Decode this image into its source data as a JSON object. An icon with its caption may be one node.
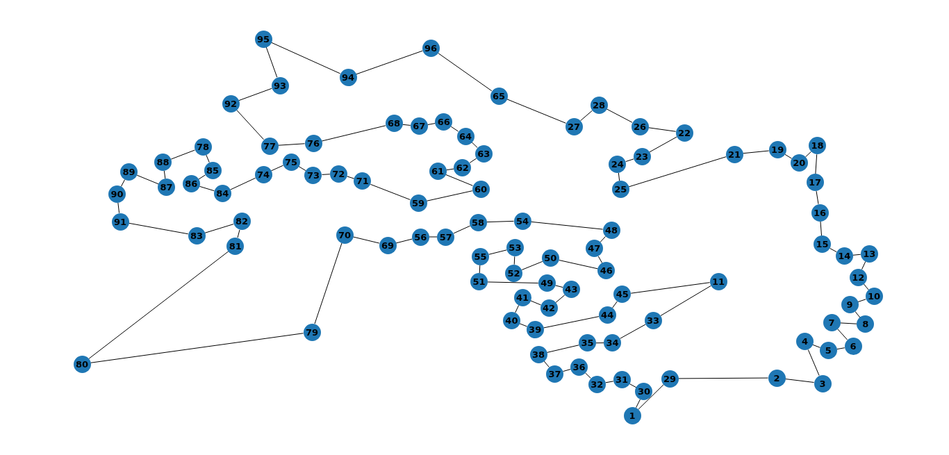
{
  "diagram": {
    "nodes": [
      {
        "text": [
          "1"
        ]
      },
      {
        "text": [
          "2"
        ]
      },
      {
        "text": [
          "3"
        ]
      },
      {
        "text": [
          "4"
        ]
      },
      {
        "text": [
          "5"
        ]
      },
      {
        "text": [
          "6"
        ]
      },
      {
        "text": [
          "7"
        ]
      },
      {
        "text": [
          "8"
        ]
      },
      {
        "text": [
          "9"
        ]
      },
      {
        "text": [
          "10"
        ]
      },
      {
        "text": [
          "11"
        ]
      },
      {
        "text": [
          "12"
        ]
      },
      {
        "text": [
          "13"
        ]
      },
      {
        "text": [
          "14"
        ]
      },
      {
        "text": [
          "15"
        ]
      },
      {
        "text": [
          "16"
        ]
      },
      {
        "text": [
          "17"
        ]
      },
      {
        "text": [
          "18"
        ]
      },
      {
        "text": [
          "19"
        ]
      },
      {
        "text": [
          "20"
        ]
      },
      {
        "text": [
          "21"
        ]
      },
      {
        "text": [
          "22"
        ]
      },
      {
        "text": [
          "23"
        ]
      },
      {
        "text": [
          "24"
        ]
      },
      {
        "text": [
          "25"
        ]
      },
      {
        "text": [
          "26"
        ]
      },
      {
        "text": [
          "27"
        ]
      },
      {
        "text": [
          "28"
        ]
      },
      {
        "text": [
          "29"
        ]
      },
      {
        "text": [
          "30"
        ]
      },
      {
        "text": [
          "31"
        ]
      },
      {
        "text": [
          "32"
        ]
      },
      {
        "text": [
          "33"
        ]
      },
      {
        "text": [
          "34"
        ]
      },
      {
        "text": [
          "35"
        ]
      },
      {
        "text": [
          "36"
        ]
      },
      {
        "text": [
          "37"
        ]
      },
      {
        "text": [
          "38"
        ]
      },
      {
        "text": [
          "39"
        ]
      },
      {
        "text": [
          "40"
        ]
      },
      {
        "text": [
          "41"
        ]
      },
      {
        "text": [
          "42"
        ]
      },
      {
        "text": [
          "43"
        ]
      },
      {
        "text": [
          "44"
        ]
      },
      {
        "text": [
          "45"
        ]
      },
      {
        "text": [
          "46"
        ]
      },
      {
        "text": [
          "47"
        ]
      },
      {
        "text": [
          "48"
        ]
      },
      {
        "text": [
          "49"
        ]
      },
      {
        "text": [
          "50"
        ]
      },
      {
        "text": [
          "51"
        ]
      },
      {
        "text": [
          "52"
        ]
      },
      {
        "text": [
          "53"
        ]
      },
      {
        "text": [
          "54"
        ]
      },
      {
        "text": [
          "55"
        ]
      },
      {
        "text": [
          "56"
        ]
      },
      {
        "text": [
          "57"
        ]
      },
      {
        "text": [
          "58"
        ]
      },
      {
        "text": [
          "59"
        ]
      },
      {
        "text": [
          "60"
        ]
      },
      {
        "text": [
          "61"
        ]
      },
      {
        "text": [
          "62"
        ]
      },
      {
        "text": [
          "63"
        ]
      },
      {
        "text": [
          "64"
        ]
      },
      {
        "text": [
          "65"
        ]
      },
      {
        "text": [
          "66"
        ]
      },
      {
        "text": [
          "67"
        ]
      },
      {
        "text": [
          "68"
        ]
      },
      {
        "text": [
          "69"
        ]
      },
      {
        "text": [
          "70"
        ]
      },
      {
        "text": [
          "71"
        ]
      },
      {
        "text": [
          "72"
        ]
      },
      {
        "text": [
          "73"
        ]
      },
      {
        "text": [
          "74"
        ]
      },
      {
        "text": [
          "75"
        ]
      },
      {
        "text": [
          "76"
        ]
      },
      {
        "text": [
          "77"
        ]
      },
      {
        "text": [
          "78"
        ]
      },
      {
        "text": [
          "79"
        ]
      },
      {
        "text": [
          "80"
        ]
      },
      {
        "text": [
          "81"
        ]
      },
      {
        "text": [
          "82"
        ]
      },
      {
        "text": [
          "83"
        ]
      },
      {
        "text": [
          "84"
        ]
      },
      {
        "text": [
          "85"
        ]
      },
      {
        "text": [
          "86"
        ]
      },
      {
        "text": [
          "87"
        ]
      },
      {
        "text": [
          "88"
        ]
      },
      {
        "text": [
          "89"
        ]
      },
      {
        "text": [
          "90"
        ]
      },
      {
        "text": [
          "91"
        ]
      },
      {
        "text": [
          "92"
        ]
      },
      {
        "text": [
          "93"
        ]
      },
      {
        "text": [
          "94"
        ]
      },
      {
        "text": [
          "95"
        ]
      },
      {
        "text": [
          "96"
        ]
      }
    ],
    "edges": [
      {
        "from": 0,
        "to": 29,
        "arrow": "none"
      },
      {
        "from": 29,
        "to": 30,
        "arrow": "none"
      },
      {
        "from": 30,
        "to": 31,
        "arrow": "none"
      },
      {
        "from": 31,
        "to": 35,
        "arrow": "none"
      },
      {
        "from": 35,
        "to": 36,
        "arrow": "none"
      },
      {
        "from": 36,
        "to": 37,
        "arrow": "none"
      },
      {
        "from": 37,
        "to": 34,
        "arrow": "none"
      },
      {
        "from": 34,
        "to": 33,
        "arrow": "none"
      },
      {
        "from": 33,
        "to": 32,
        "arrow": "none"
      },
      {
        "from": 32,
        "to": 10,
        "arrow": "none"
      },
      {
        "from": 10,
        "to": 44,
        "arrow": "none"
      },
      {
        "from": 44,
        "to": 43,
        "arrow": "none"
      },
      {
        "from": 43,
        "to": 38,
        "arrow": "none"
      },
      {
        "from": 38,
        "to": 39,
        "arrow": "none"
      },
      {
        "from": 39,
        "to": 40,
        "arrow": "none"
      },
      {
        "from": 40,
        "to": 41,
        "arrow": "none"
      },
      {
        "from": 41,
        "to": 42,
        "arrow": "none"
      },
      {
        "from": 42,
        "to": 48,
        "arrow": "none"
      },
      {
        "from": 48,
        "to": 50,
        "arrow": "none"
      },
      {
        "from": 50,
        "to": 54,
        "arrow": "none"
      },
      {
        "from": 54,
        "to": 52,
        "arrow": "none"
      },
      {
        "from": 52,
        "to": 51,
        "arrow": "none"
      },
      {
        "from": 51,
        "to": 49,
        "arrow": "none"
      },
      {
        "from": 49,
        "to": 45,
        "arrow": "none"
      },
      {
        "from": 45,
        "to": 46,
        "arrow": "none"
      },
      {
        "from": 46,
        "to": 47,
        "arrow": "none"
      },
      {
        "from": 47,
        "to": 53,
        "arrow": "none"
      },
      {
        "from": 53,
        "to": 57,
        "arrow": "none"
      },
      {
        "from": 57,
        "to": 56,
        "arrow": "none"
      },
      {
        "from": 56,
        "to": 55,
        "arrow": "none"
      },
      {
        "from": 55,
        "to": 68,
        "arrow": "none"
      },
      {
        "from": 68,
        "to": 69,
        "arrow": "none"
      },
      {
        "from": 69,
        "to": 78,
        "arrow": "none"
      },
      {
        "from": 78,
        "to": 79,
        "arrow": "none"
      },
      {
        "from": 79,
        "to": 80,
        "arrow": "none"
      },
      {
        "from": 80,
        "to": 81,
        "arrow": "none"
      },
      {
        "from": 81,
        "to": 82,
        "arrow": "none"
      },
      {
        "from": 82,
        "to": 90,
        "arrow": "none"
      },
      {
        "from": 90,
        "to": 89,
        "arrow": "none"
      },
      {
        "from": 89,
        "to": 88,
        "arrow": "none"
      },
      {
        "from": 88,
        "to": 86,
        "arrow": "none"
      },
      {
        "from": 86,
        "to": 87,
        "arrow": "none"
      },
      {
        "from": 87,
        "to": 77,
        "arrow": "none"
      },
      {
        "from": 77,
        "to": 84,
        "arrow": "none"
      },
      {
        "from": 84,
        "to": 85,
        "arrow": "none"
      },
      {
        "from": 85,
        "to": 83,
        "arrow": "none"
      },
      {
        "from": 83,
        "to": 73,
        "arrow": "none"
      },
      {
        "from": 73,
        "to": 74,
        "arrow": "none"
      },
      {
        "from": 74,
        "to": 72,
        "arrow": "none"
      },
      {
        "from": 72,
        "to": 71,
        "arrow": "none"
      },
      {
        "from": 71,
        "to": 70,
        "arrow": "none"
      },
      {
        "from": 70,
        "to": 58,
        "arrow": "none"
      },
      {
        "from": 58,
        "to": 59,
        "arrow": "none"
      },
      {
        "from": 59,
        "to": 60,
        "arrow": "none"
      },
      {
        "from": 60,
        "to": 61,
        "arrow": "none"
      },
      {
        "from": 61,
        "to": 62,
        "arrow": "none"
      },
      {
        "from": 62,
        "to": 63,
        "arrow": "none"
      },
      {
        "from": 63,
        "to": 65,
        "arrow": "none"
      },
      {
        "from": 65,
        "to": 66,
        "arrow": "none"
      },
      {
        "from": 66,
        "to": 67,
        "arrow": "none"
      },
      {
        "from": 67,
        "to": 75,
        "arrow": "none"
      },
      {
        "from": 75,
        "to": 76,
        "arrow": "none"
      },
      {
        "from": 76,
        "to": 91,
        "arrow": "none"
      },
      {
        "from": 91,
        "to": 92,
        "arrow": "none"
      },
      {
        "from": 92,
        "to": 94,
        "arrow": "none"
      },
      {
        "from": 94,
        "to": 93,
        "arrow": "none"
      },
      {
        "from": 93,
        "to": 95,
        "arrow": "none"
      },
      {
        "from": 95,
        "to": 64,
        "arrow": "none"
      },
      {
        "from": 64,
        "to": 26,
        "arrow": "none"
      },
      {
        "from": 26,
        "to": 27,
        "arrow": "none"
      },
      {
        "from": 27,
        "to": 25,
        "arrow": "none"
      },
      {
        "from": 25,
        "to": 21,
        "arrow": "none"
      },
      {
        "from": 21,
        "to": 22,
        "arrow": "none"
      },
      {
        "from": 22,
        "to": 23,
        "arrow": "none"
      },
      {
        "from": 23,
        "to": 24,
        "arrow": "none"
      },
      {
        "from": 24,
        "to": 20,
        "arrow": "none"
      },
      {
        "from": 20,
        "to": 18,
        "arrow": "none"
      },
      {
        "from": 18,
        "to": 19,
        "arrow": "none"
      },
      {
        "from": 19,
        "to": 17,
        "arrow": "none"
      },
      {
        "from": 17,
        "to": 16,
        "arrow": "none"
      },
      {
        "from": 16,
        "to": 15,
        "arrow": "none"
      },
      {
        "from": 15,
        "to": 14,
        "arrow": "none"
      },
      {
        "from": 14,
        "to": 13,
        "arrow": "none"
      },
      {
        "from": 13,
        "to": 12,
        "arrow": "none"
      },
      {
        "from": 12,
        "to": 11,
        "arrow": "none"
      },
      {
        "from": 11,
        "to": 9,
        "arrow": "none"
      },
      {
        "from": 9,
        "to": 8,
        "arrow": "none"
      },
      {
        "from": 8,
        "to": 7,
        "arrow": "none"
      },
      {
        "from": 7,
        "to": 6,
        "arrow": "none"
      },
      {
        "from": 6,
        "to": 5,
        "arrow": "none"
      },
      {
        "from": 5,
        "to": 4,
        "arrow": "none"
      },
      {
        "from": 4,
        "to": 3,
        "arrow": "none"
      },
      {
        "from": 3,
        "to": 2,
        "arrow": "none"
      },
      {
        "from": 2,
        "to": 1,
        "arrow": "none"
      },
      {
        "from": 1,
        "to": 28,
        "arrow": "none"
      },
      {
        "from": 28,
        "to": 0,
        "arrow": "none"
      }
    ]
  }
}
